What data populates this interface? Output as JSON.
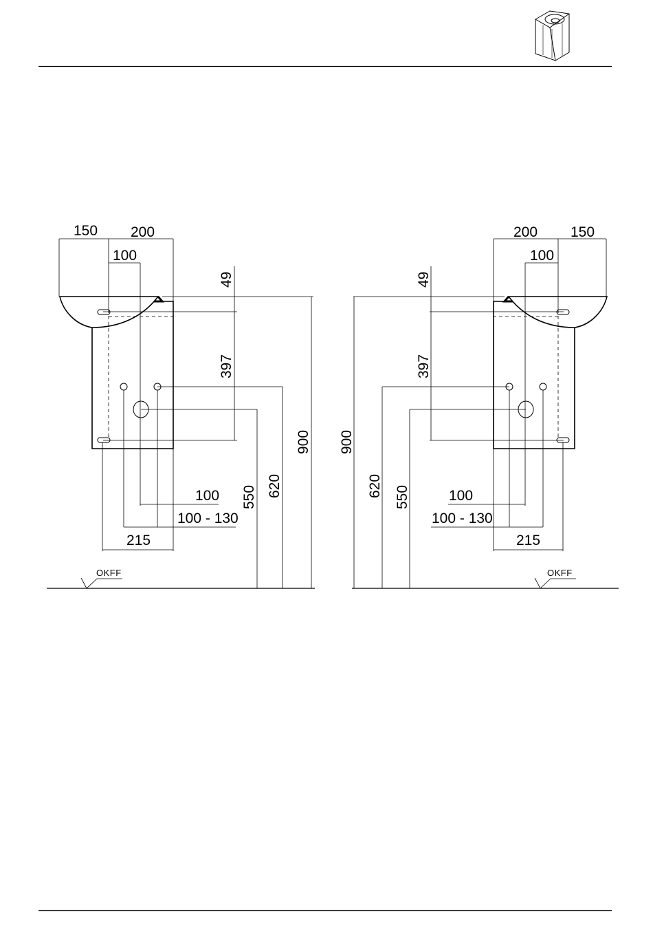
{
  "icon": "corner-washbasin-product-icon",
  "left_view": {
    "width_left": "150",
    "width_right": "200",
    "drain_offset": "100",
    "top_height": "49",
    "mount_spacing": "397",
    "total_height": "900",
    "inlet_height": "620",
    "drain_height": "550",
    "drain_horizontal": "100",
    "inlet_spacing": "100 - 130",
    "pedestal_width": "215",
    "floor_label": "OKFF"
  },
  "right_view": {
    "width_left": "200",
    "width_right": "150",
    "drain_offset": "100",
    "top_height": "49",
    "mount_spacing": "397",
    "total_height": "900",
    "inlet_height": "620",
    "drain_height": "550",
    "drain_horizontal": "100",
    "inlet_spacing": "100 - 130",
    "pedestal_width": "215",
    "floor_label": "OKFF"
  }
}
